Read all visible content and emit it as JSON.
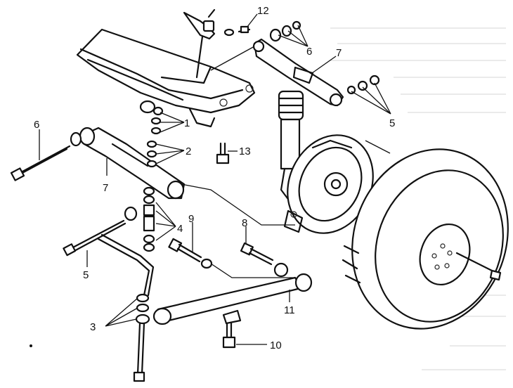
{
  "colors": {
    "ink": "#111111",
    "paper": "#ffffff",
    "ghost_text": "#d6d6d6"
  },
  "callouts": {
    "c1": "1",
    "c2": "2",
    "c3": "3",
    "c4": "4",
    "c5_lower": "5",
    "c5_upper": "5",
    "c6_left": "6",
    "c6_upper": "6",
    "c7_left": "7",
    "c7_upper": "7",
    "c8": "8",
    "c9": "9",
    "c10": "10",
    "c11": "11",
    "c12": "12",
    "c13": "13"
  }
}
